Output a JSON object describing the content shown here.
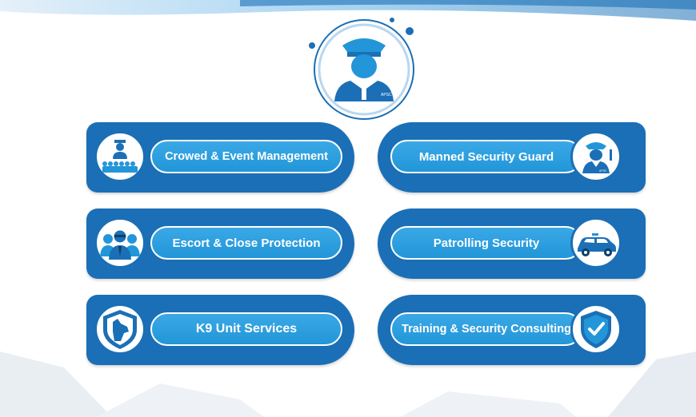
{
  "center_badge_text": "APSC",
  "services": [
    {
      "label": "Crowed & Event Management",
      "icon": "crowd-management-icon"
    },
    {
      "label": "Manned Security Guard",
      "icon": "security-guard-icon"
    },
    {
      "label": "Escort & Close Protection",
      "icon": "bodyguard-icon"
    },
    {
      "label": "Patrolling Security",
      "icon": "patrol-car-icon"
    },
    {
      "label": "K9 Unit Services",
      "icon": "k9-dog-shield-icon"
    },
    {
      "label": "Training & Security Consulting",
      "icon": "shield-check-icon"
    }
  ],
  "small_badge_text": "APSC",
  "colors": {
    "primary": "#1b6fb6",
    "accent": "#2296d8",
    "light": "#3aa8e6"
  }
}
